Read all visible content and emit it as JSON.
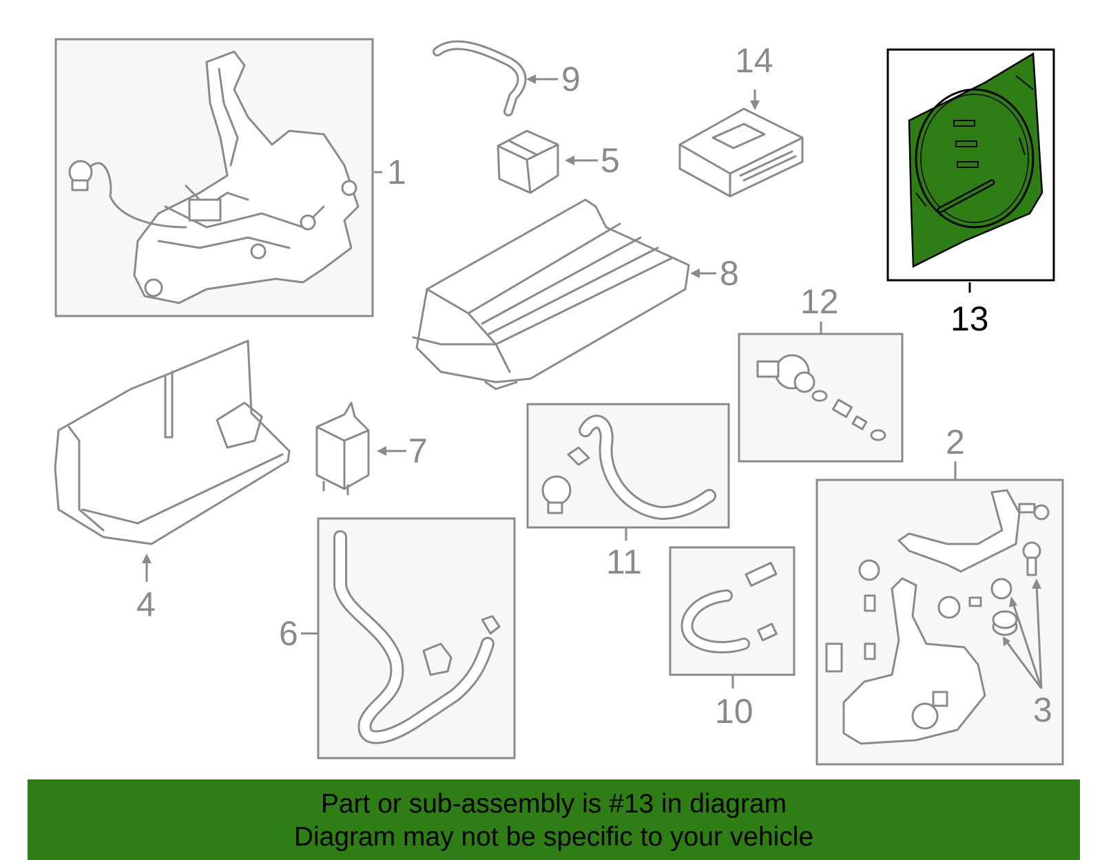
{
  "colors": {
    "highlight": "#2e7d15",
    "banner_bg": "#2e7d15",
    "part_line": "#8a8a8a",
    "box_fill": "#f7f7f7"
  },
  "callouts": [
    "1",
    "2",
    "3",
    "4",
    "5",
    "6",
    "7",
    "8",
    "9",
    "10",
    "11",
    "12",
    "13",
    "14"
  ],
  "selected_callout": "13",
  "banner": {
    "line1": "Part or sub-assembly is #13 in diagram",
    "line2": "Diagram may not be specific to your vehicle"
  }
}
